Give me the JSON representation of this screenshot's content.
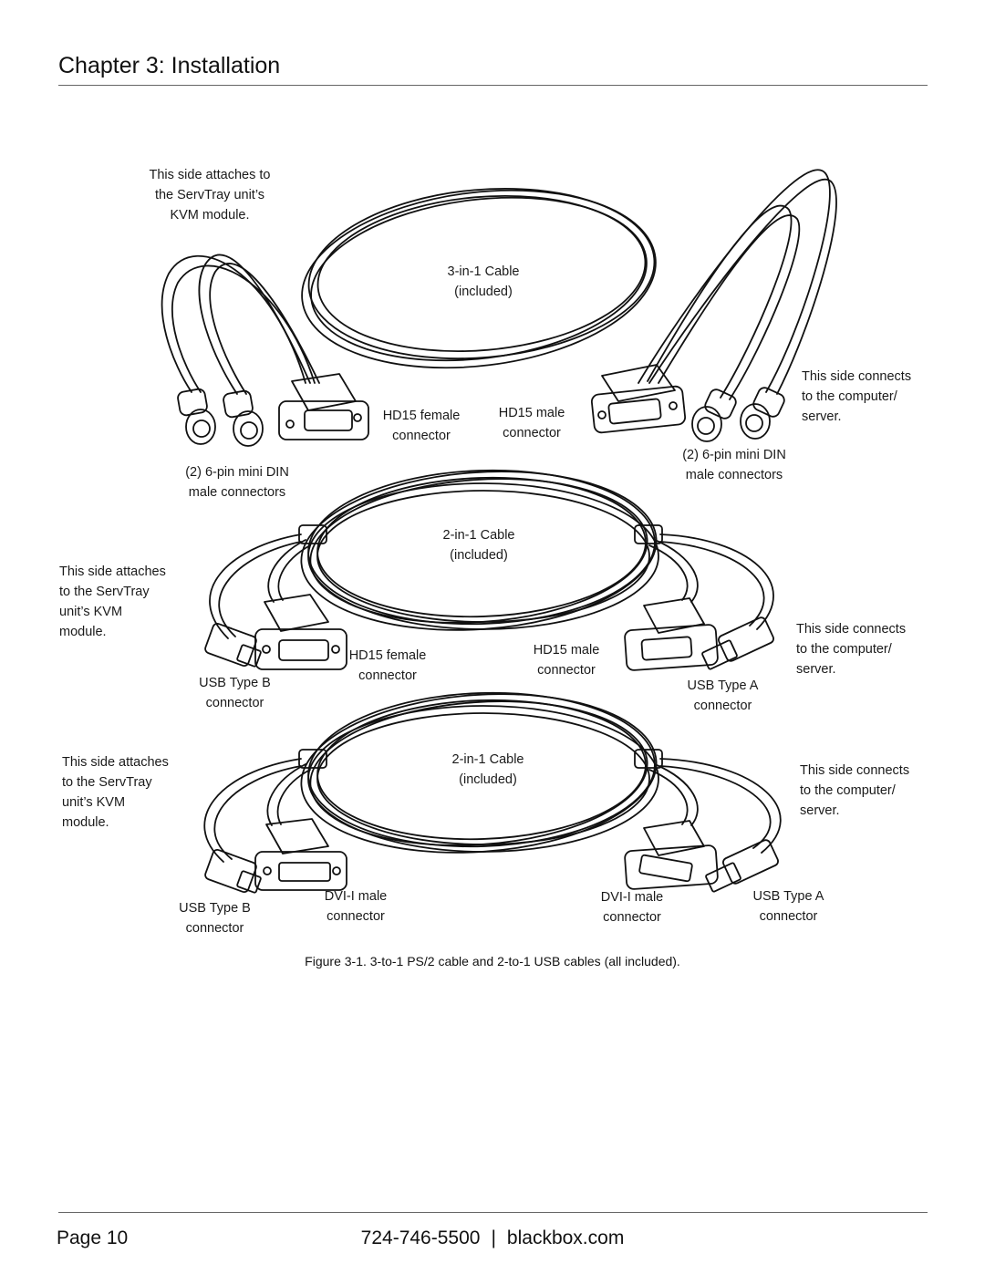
{
  "header": {
    "chapter_title": "Chapter 3: Installation"
  },
  "figure": {
    "caption": "Figure 3-1. 3-to-1 PS/2 cable and 2-to-1 USB cables (all included).",
    "cable1": {
      "name": "3-in-1 Cable\n(included)",
      "left_side_note": "This side attaches to\nthe ServTray unit’s\nKVM module.",
      "right_side_note": "This side connects\nto the computer/\nserver.",
      "left_ps2_label": "(2) 6-pin mini DIN\nmale connectors",
      "right_ps2_label": "(2) 6-pin mini DIN\nmale connectors",
      "left_video_label": "HD15 female\nconnector",
      "right_video_label": "HD15 male\nconnector"
    },
    "cable2": {
      "name": "2-in-1 Cable\n(included)",
      "left_side_note": "This side attaches\nto the ServTray\nunit’s KVM\nmodule.",
      "right_side_note": "This side connects\nto the computer/\nserver.",
      "left_usb_label": "USB Type B\nconnector",
      "right_usb_label": "USB Type A\nconnector",
      "left_video_label": "HD15 female\nconnector",
      "right_video_label": "HD15 male\nconnector"
    },
    "cable3": {
      "name": "2-in-1 Cable\n(included)",
      "left_side_note": "This side attaches\nto the ServTray\nunit’s KVM\nmodule.",
      "right_side_note": "This side connects\nto the computer/\nserver.",
      "left_usb_label": "USB Type B\nconnector",
      "right_usb_label": "USB Type A\nconnector",
      "left_video_label": "DVI-I male\nconnector",
      "right_video_label": "DVI-I male\nconnector"
    }
  },
  "footer": {
    "page_label": "Page 10",
    "phone": "724-746-5500",
    "separator": "|",
    "website": "blackbox.com"
  }
}
